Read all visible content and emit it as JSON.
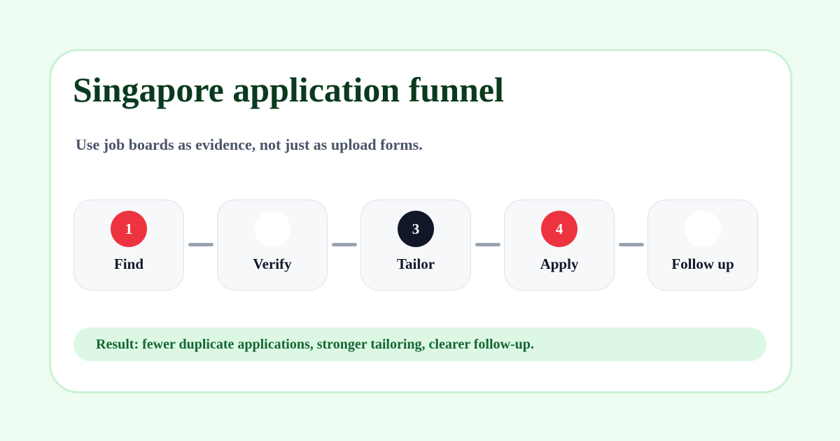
{
  "title": "Singapore application funnel",
  "subtitle": "Use job boards as evidence, not just as upload forms.",
  "steps": [
    {
      "number": "1",
      "label": "Find",
      "badge_color": "#ee3340"
    },
    {
      "number": "",
      "label": "Verify",
      "badge_color": "#ffffff"
    },
    {
      "number": "3",
      "label": "Tailor",
      "badge_color": "#101828"
    },
    {
      "number": "4",
      "label": "Apply",
      "badge_color": "#ee3340"
    },
    {
      "number": "",
      "label": "Follow up",
      "badge_color": "#ffffff"
    }
  ],
  "result": "Result: fewer duplicate applications, stronger tailoring, clearer follow-up.",
  "colors": {
    "background": "#effcf2",
    "card_border": "#c9f2d3",
    "title": "#0a3a1e",
    "accent_red": "#ee3340",
    "accent_dark": "#101828",
    "result_bg": "#dcf8e4",
    "result_text": "#166534",
    "connector": "#9aa3b2"
  }
}
